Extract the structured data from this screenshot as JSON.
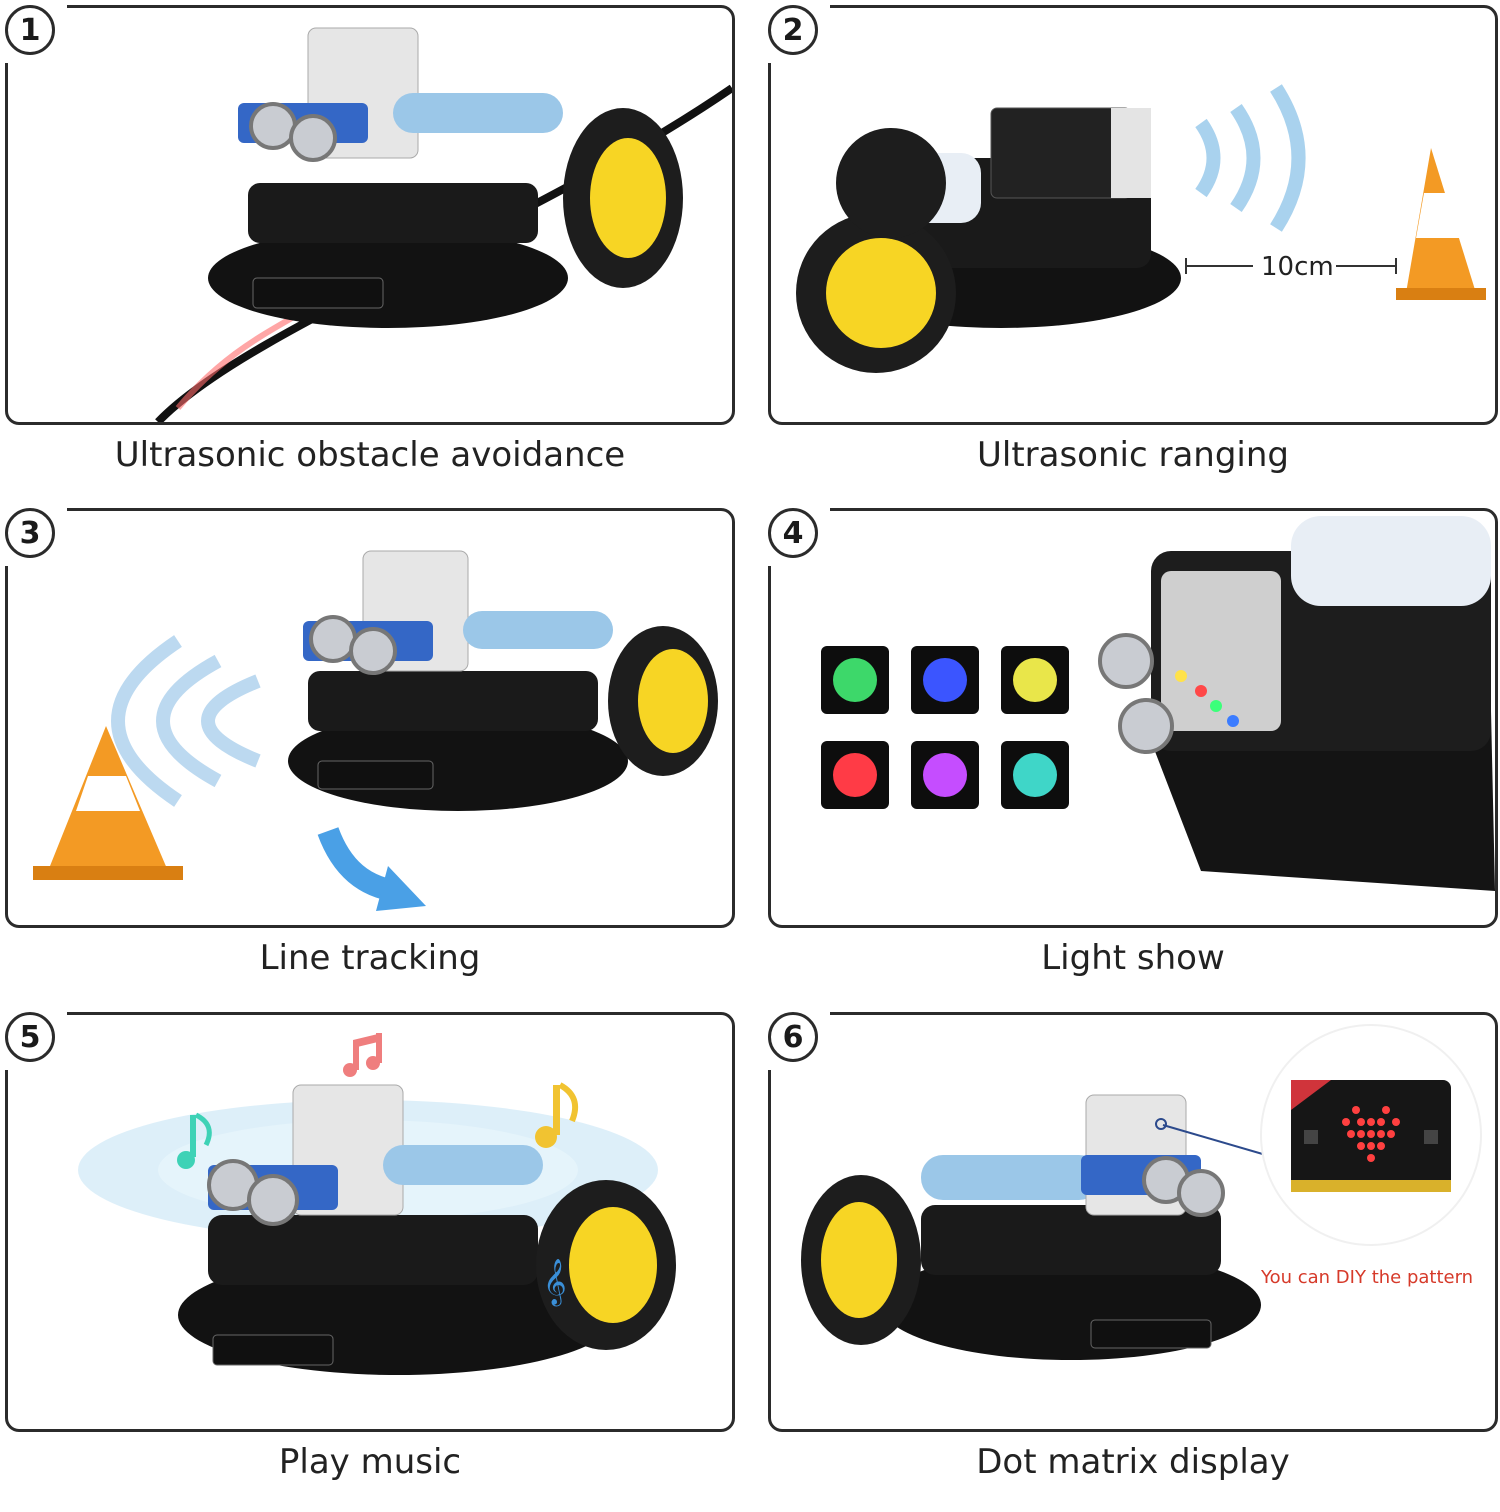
{
  "panels": [
    {
      "number": "1",
      "caption": "Ultrasonic obstacle avoidance",
      "icon": "robot-car-on-line-icon"
    },
    {
      "number": "2",
      "caption": "Ultrasonic ranging",
      "icon": "robot-car-ranging-icon",
      "distance_label": "10cm"
    },
    {
      "number": "3",
      "caption": "Line tracking",
      "icon": "robot-car-avoiding-cone-icon"
    },
    {
      "number": "4",
      "caption": "Light show",
      "icon": "robot-car-rgb-lights-icon",
      "led_colors": [
        "#3dd86a",
        "#3b55ff",
        "#e9e64a",
        "#ff3b46",
        "#c54dff",
        "#3fd6c8"
      ]
    },
    {
      "number": "5",
      "caption": "Play music",
      "icon": "robot-car-music-notes-icon"
    },
    {
      "number": "6",
      "caption": "Dot matrix display",
      "icon": "robot-car-dot-matrix-icon",
      "note": "You can DIY the pattern"
    }
  ]
}
